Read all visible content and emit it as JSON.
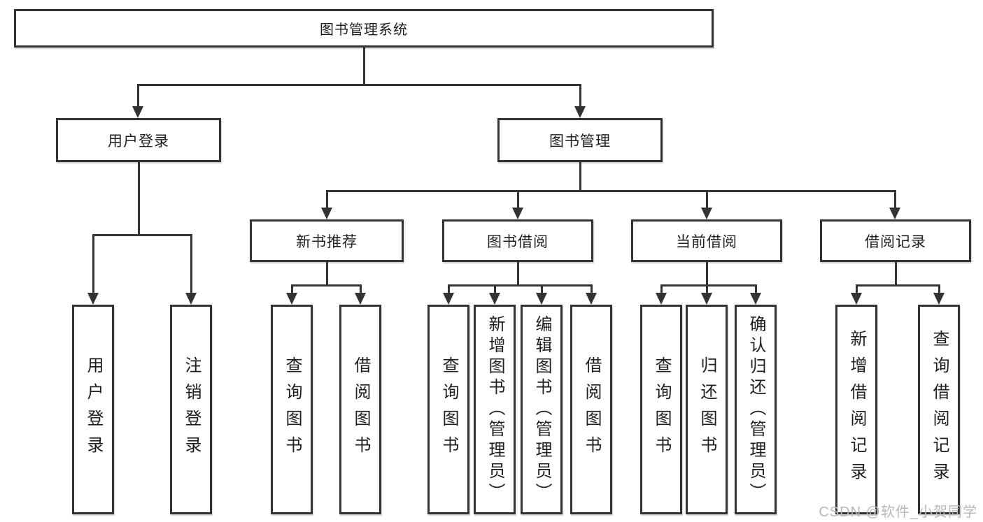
{
  "tree": {
    "root": {
      "label": "图书管理系统"
    },
    "level2": [
      {
        "label": "用户登录",
        "children": [
          {
            "label": "用户登录"
          },
          {
            "label": "注销登录"
          }
        ]
      },
      {
        "label": "图书管理",
        "sections": [
          {
            "label": "新书推荐",
            "children": [
              {
                "label": "查询图书"
              },
              {
                "label": "借阅图书"
              }
            ]
          },
          {
            "label": "图书借阅",
            "children": [
              {
                "label": "查询图书"
              },
              {
                "label": "新增图书（管理员）"
              },
              {
                "label": "编辑图书（管理员）"
              },
              {
                "label": "借阅图书"
              }
            ]
          },
          {
            "label": "当前借阅",
            "children": [
              {
                "label": "查询图书"
              },
              {
                "label": "归还图书"
              },
              {
                "label": "确认归还（管理员）"
              }
            ]
          },
          {
            "label": "借阅记录",
            "children": [
              {
                "label": "新增借阅记录"
              },
              {
                "label": "查询借阅记录"
              }
            ]
          }
        ]
      }
    ]
  },
  "watermark": {
    "text": "CSDN @软件_小贺同学"
  },
  "colors": {
    "line": "#333333",
    "text": "#1e1e1e",
    "watermark": "#b8b8b8"
  }
}
